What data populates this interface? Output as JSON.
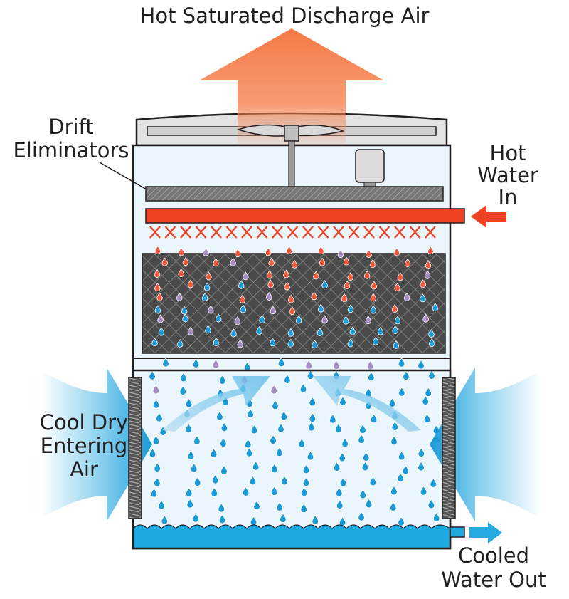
{
  "labels": {
    "discharge": "Hot Saturated Discharge Air",
    "drift": [
      "Drift",
      "Eliminators"
    ],
    "hot_water": [
      "Hot",
      "Water",
      "In"
    ],
    "cool_air": [
      "Cool Dry",
      "Entering",
      "Air"
    ],
    "cooled_water": [
      "Cooled",
      "Water Out"
    ]
  },
  "colors": {
    "hot_pipe": "#ef4123",
    "hot_drop": "#f05a3c",
    "cool_drop": "#1c9ad6",
    "mixed_drop": "#a58cc6",
    "basin_water": "#1ea8e0",
    "tower_fill": "#eaf6fc",
    "fill_media": "#4a4a4a",
    "discharge_air": "#f47a46",
    "entering_air": "#27a9e1",
    "outline": "#231f20"
  }
}
